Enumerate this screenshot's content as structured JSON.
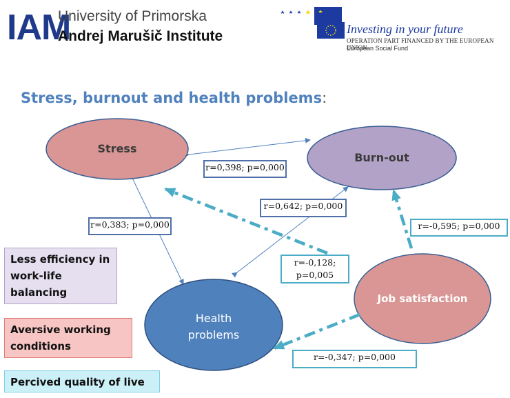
{
  "header": {
    "logo_text": "IAM",
    "university": "University of Primorska",
    "institute": "Andrej Marušič Institute",
    "eu_slogan": "Investing in your future",
    "eu_line2": "Operation part financed by the European Union",
    "eu_line3": "European Social Fund"
  },
  "title": "Stress, burnout and health problems",
  "title_colon": ":",
  "nodes": {
    "stress": "Stress",
    "burnout": "Burn-out",
    "health_l1": "Health",
    "health_l2": "problems",
    "job": "Job satisfaction"
  },
  "stats": {
    "stress_burnout": "r=0,398; p=0,000",
    "stress_health": "r=0,383; p=0,000",
    "burnout_health": "r=0,642; p=0,000",
    "job_burnout": "r=-0,595; p=0,000",
    "job_stress_l1": "r=-0,128;",
    "job_stress_l2": "p=0,005",
    "job_health": "r=-0,347; p=0,000"
  },
  "legend": {
    "purple_l1": "Less efficiency in",
    "purple_l2": "work-life",
    "purple_l3": "balancing",
    "red_l1": "Aversive working",
    "red_l2": "conditions",
    "cyan": "Percived quality of live"
  },
  "colors": {
    "stress_fill": "#d99694",
    "burnout_fill": "#b3a2c7",
    "health_fill": "#4f81bd",
    "job_fill": "#d99694",
    "teal_arrow": "#4bacc6",
    "thin_arrow": "#4f81bd"
  }
}
